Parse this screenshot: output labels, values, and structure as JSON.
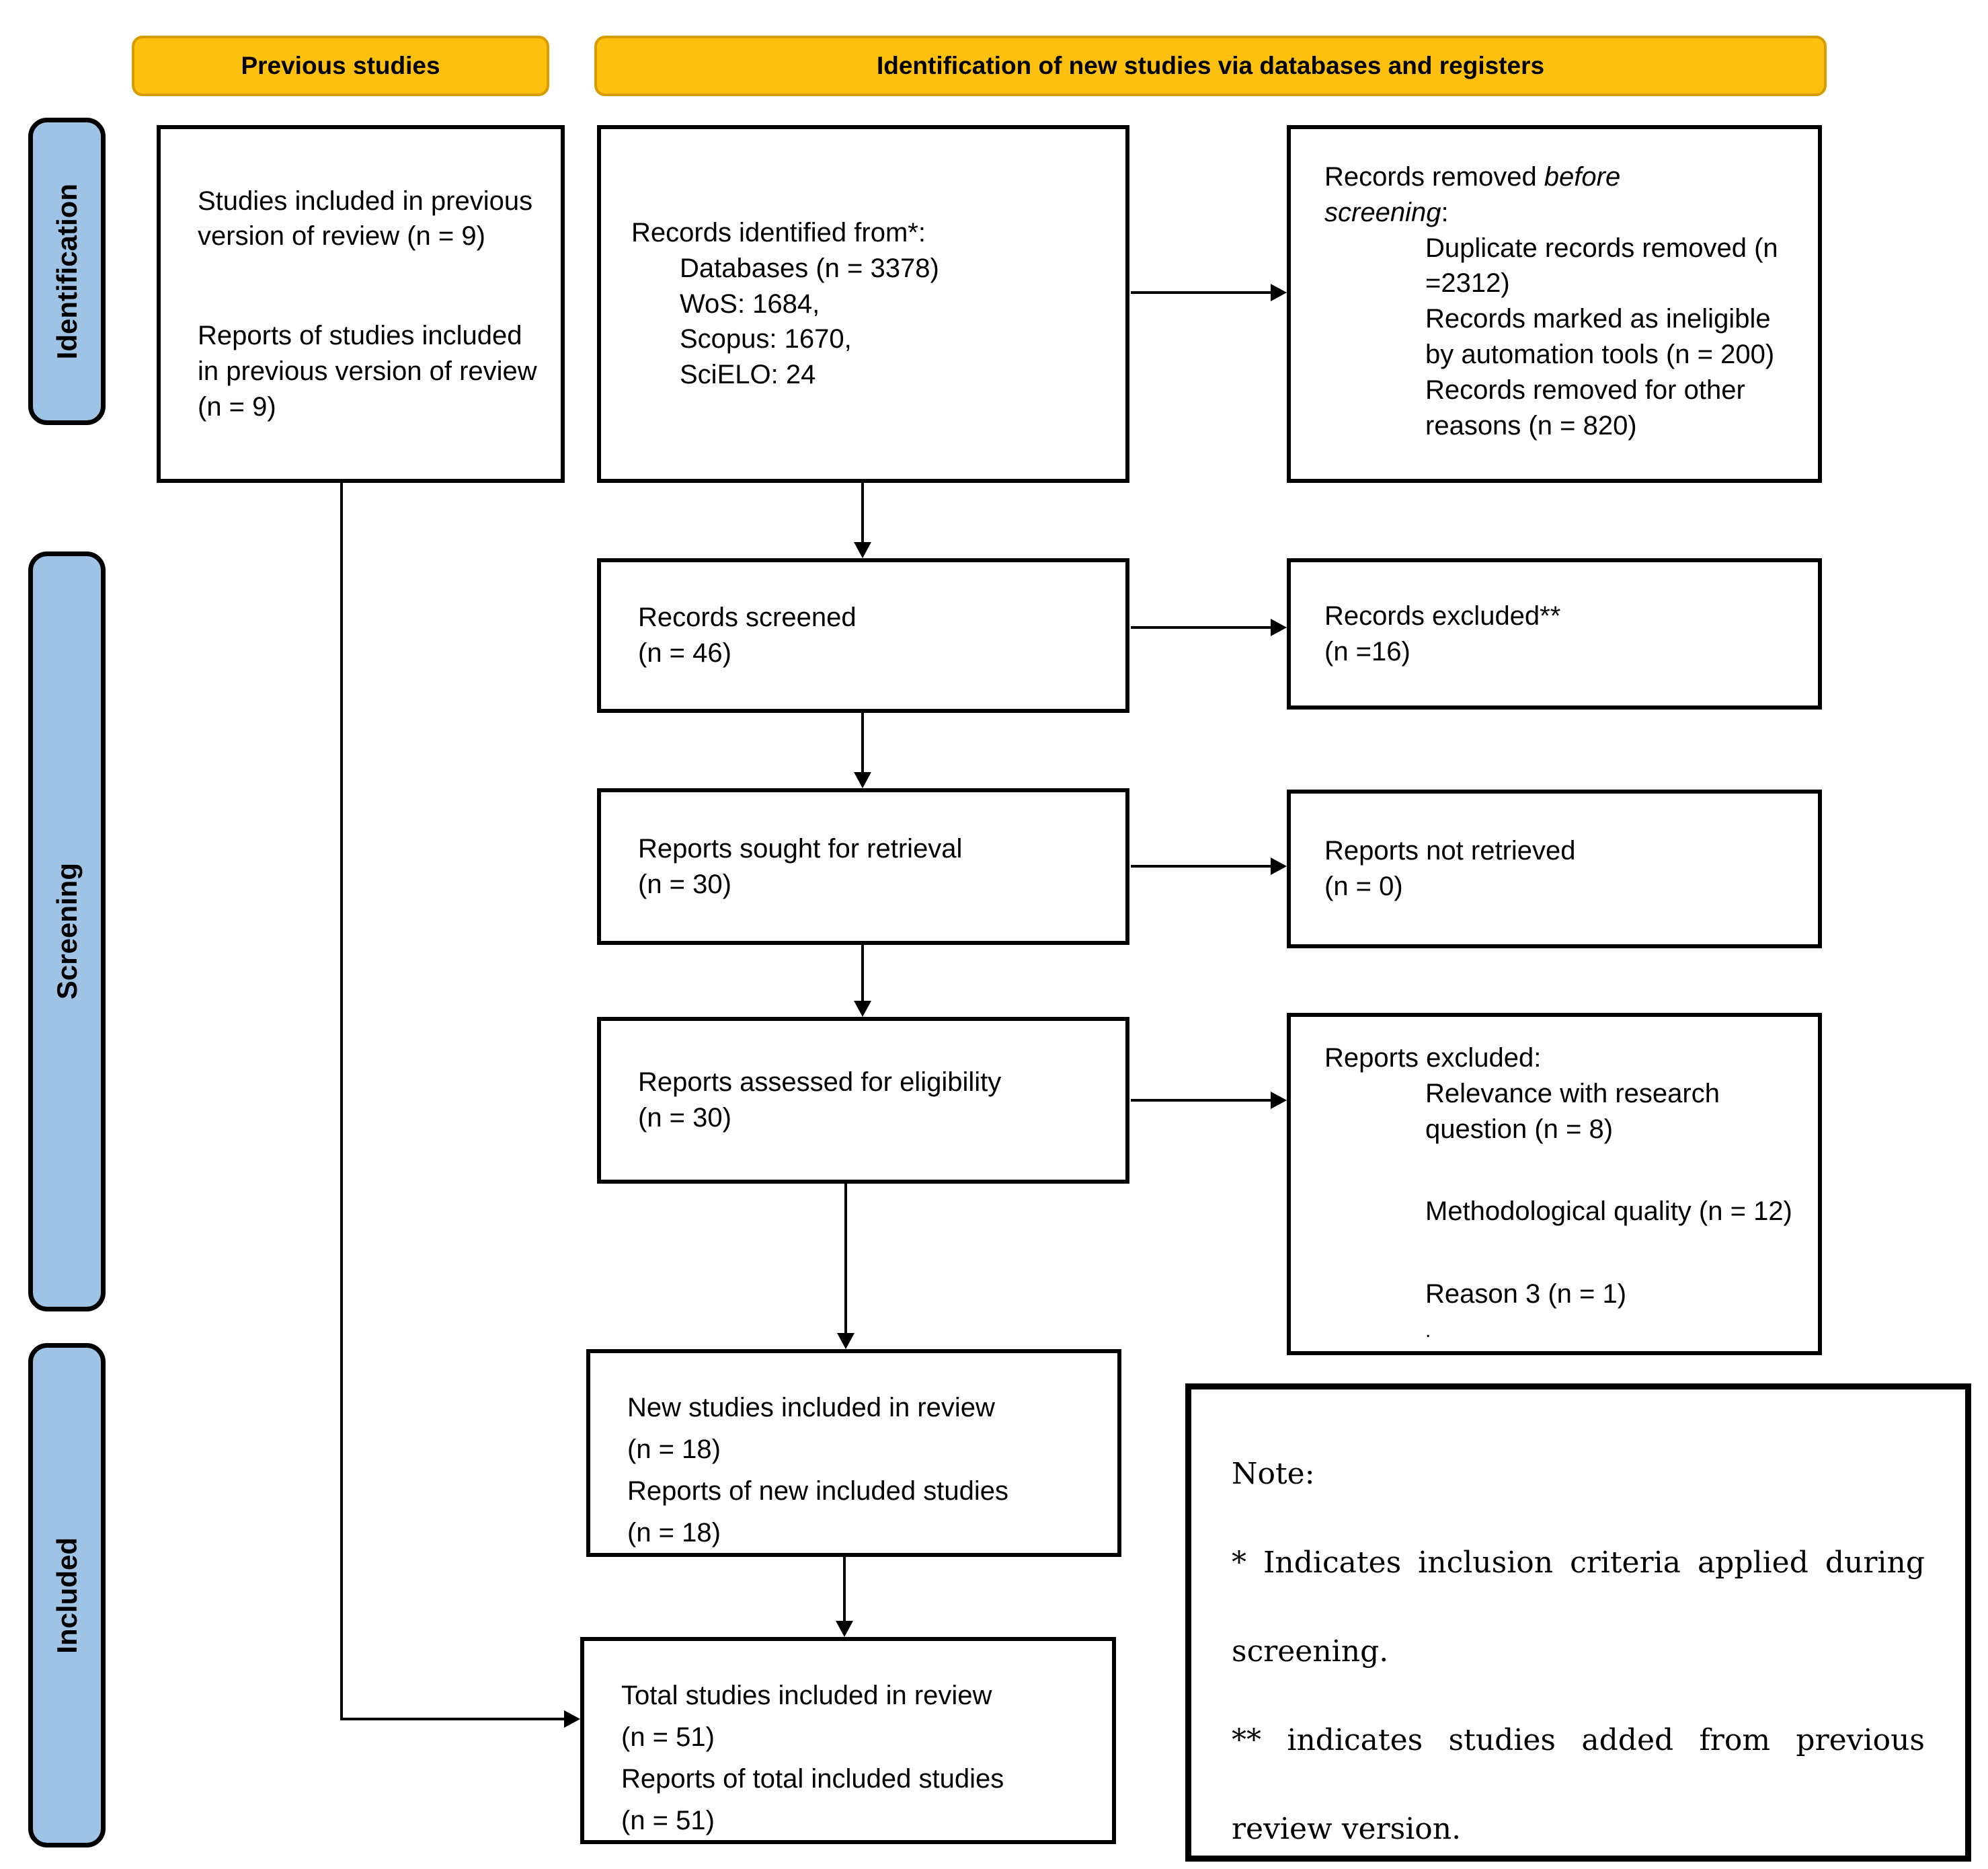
{
  "headers": {
    "previous_studies": "Previous studies",
    "identification_new": "Identification of new studies via databases and registers"
  },
  "stages": {
    "identification": "Identification",
    "screening": "Screening",
    "included": "Included"
  },
  "boxes": {
    "previous_studies": {
      "para1": "Studies included in previous version of review (n = 9)",
      "para2": "Reports of studies included in previous version of review (n = 9)"
    },
    "records_identified": {
      "title": "Records identified from*:",
      "items": [
        "Databases (n = 3378)",
        "WoS: 1684,",
        "Scopus: 1670,",
        "SciELO: 24"
      ]
    },
    "records_removed": {
      "prefix": "Records removed ",
      "italic": "before screening",
      "suffix": ":",
      "items": [
        "Duplicate records removed (n =2312)",
        "Records marked as ineligible by automation tools (n = 200)",
        "Records removed for other reasons (n = 820)"
      ]
    },
    "records_screened": {
      "line1": "Records screened",
      "line2": "(n = 46)"
    },
    "records_excluded": {
      "line1": "Records excluded**",
      "line2": "(n =16)"
    },
    "reports_sought": {
      "line1": "Reports sought for retrieval",
      "line2": "(n = 30)"
    },
    "reports_not_retrieved": {
      "line1": "Reports not retrieved",
      "line2": "(n = 0)"
    },
    "reports_assessed": {
      "line1": "Reports assessed for eligibility",
      "line2": "(n = 30)"
    },
    "reports_excluded": {
      "title": "Reports excluded:",
      "items": [
        "Relevance with research question (n = 8)",
        "Methodological quality (n = 12)",
        "Reason 3 (n = 1)",
        "."
      ]
    },
    "new_studies": {
      "lines": [
        "New studies included in review",
        "(n = 18)",
        "Reports of new included studies",
        "(n = 18)"
      ]
    },
    "total_studies": {
      "lines": [
        "Total studies included in review",
        "(n = 51)",
        "Reports of total included studies",
        "(n = 51)"
      ]
    },
    "note": {
      "line1": "Note:",
      "line2": "* Indicates inclusion criteria applied during screening.",
      "line3": "** indicates studies added from previous review version."
    }
  },
  "colors": {
    "header_fill": "#FDC00F",
    "header_border": "#D69C00",
    "stage_fill": "#9FC3E5",
    "stage_border": "#000000",
    "box_border": "#000000",
    "arrow": "#000000"
  }
}
